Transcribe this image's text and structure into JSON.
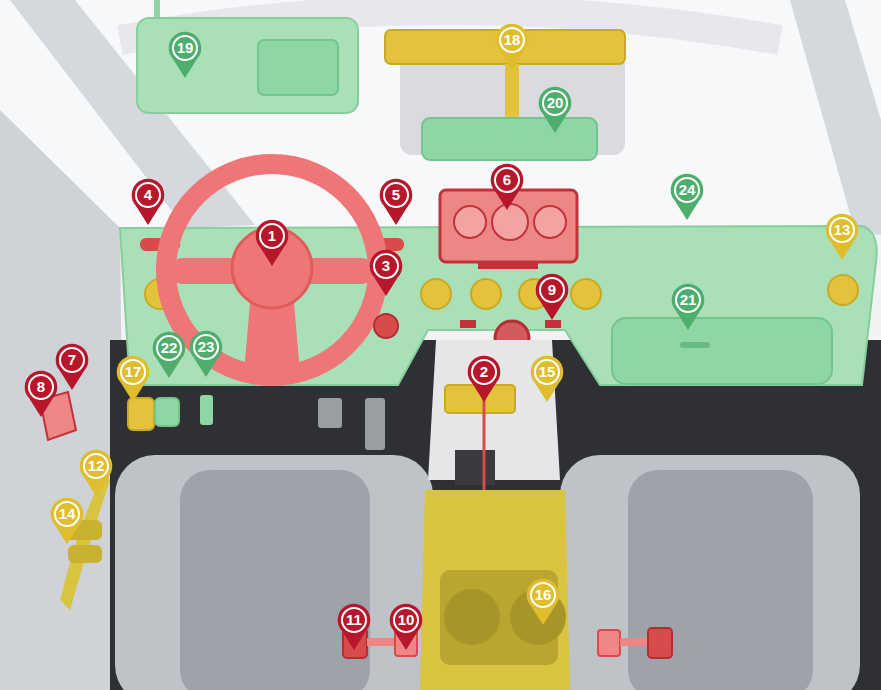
{
  "diagram": {
    "labels": [
      "18",
      "19",
      "20",
      "6",
      "24",
      "4",
      "5",
      "13",
      "1",
      "3",
      "9",
      "21",
      "22",
      "23",
      "7",
      "17",
      "2",
      "15",
      "8",
      "12",
      "14",
      "16",
      "11",
      "10"
    ]
  }
}
